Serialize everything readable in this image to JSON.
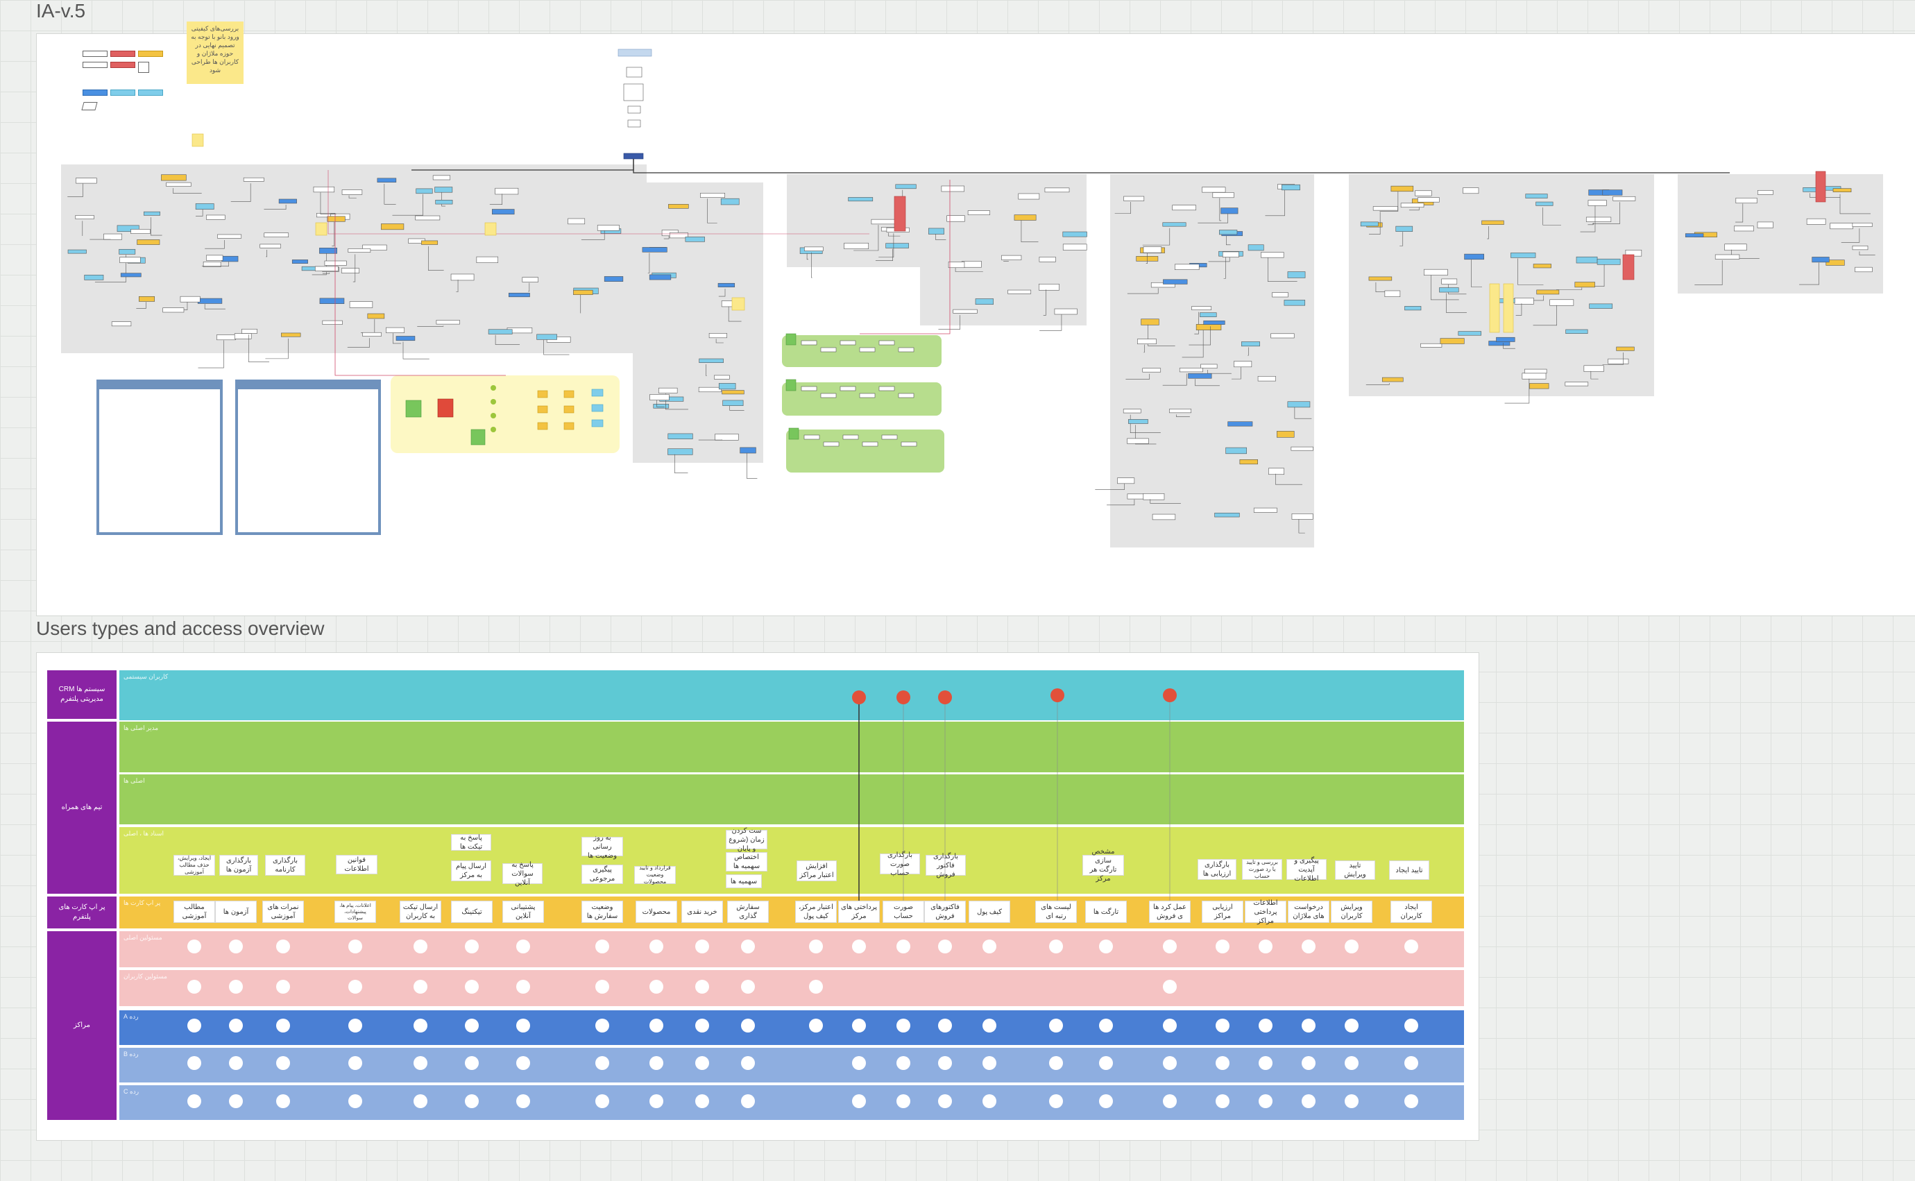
{
  "ia_frame": {
    "title": "IA-v.5",
    "note": "بررسی‌های کیفیتی ورود بانو با توجه به تصمیم نهایی در حوزه ملاژان و کاربران ها طراحی شود"
  },
  "matrix_frame": {
    "title": "Users types and access overview",
    "groups": [
      "سیستم ها CRM مدیریتی پلتفرم",
      "تیم های همراه",
      "پر اپ کارت های پلتفرم",
      "مراکز"
    ],
    "lanes": [
      "کاربران سیستمی",
      "مدیر اصلی ها",
      "اصلی ها",
      "اسناد ها ، اصلی",
      "پر اپ کارت ها",
      "مسئولین اصلی",
      "مسئولین کاربران",
      "رده A",
      "رده B",
      "رده C"
    ],
    "permission_cards": [
      {
        "text": "ایجاد، ویرایش، حذف مطالب آموزشی"
      },
      {
        "text": "بارگذاری آزمون ها"
      },
      {
        "text": "بارگذاری کارنامه"
      },
      {
        "text": "قوانین اطلاعات"
      },
      {
        "text": "پاسخ به تیکت ها"
      },
      {
        "text": "ارسال پیام به مرکز"
      },
      {
        "text": "پاسخ به سوالات آنلاین"
      },
      {
        "text": "به روز رسانی وضعیت ها"
      },
      {
        "text": "پیگیری مرجوعی"
      },
      {
        "text": "قرارداد و تایید وضعیت محصولات"
      },
      {
        "text": "ست کردن زمان (شروع و پایان"
      },
      {
        "text": "اختصاص سهمیه ها"
      },
      {
        "text": "سهمیه ها"
      },
      {
        "text": "افزایش اعتبار مراکز"
      },
      {
        "text": "بارگذاری صورت حساب"
      },
      {
        "text": "بارگذاری فاکتور فروش"
      },
      {
        "text": "مشخص سازی تارگت هر مرکز"
      },
      {
        "text": "بارگذاری ارزیابی ها"
      },
      {
        "text": "بررسی و تایید یا رد صورت حساب"
      },
      {
        "text": "پیگیری و آپدیت اطلاعات"
      },
      {
        "text": "تایید ویرایش"
      },
      {
        "text": "تایید ایجاد"
      }
    ],
    "features": [
      "مطالب آموزشی",
      "آزمون ها",
      "نمرات های آموزشی",
      "اعلانات، پیام ها، پیشنهادات، سوالات",
      "ارسال تیکت به کاربران",
      "تیکتینگ",
      "پشتیبانی آنلاین",
      "وضعیت سفارش ها",
      "محصولات",
      "خرید نقدی",
      "سفارش گذاری",
      "اعتبار مرکز، کیف پول",
      "پرداختی های مرکز",
      "صورت حساب",
      "فاکتورهای فروش",
      "کیف پول",
      "لیست های رتبه ای",
      "تارگت ها",
      "عمل کرد ها ی فروش",
      "ارزیابی مراکز",
      "اطلاعات پرداختی مراکز",
      "درخواست های ملاژان",
      "ویرایش کاربران",
      "ایجاد کاربران"
    ]
  }
}
